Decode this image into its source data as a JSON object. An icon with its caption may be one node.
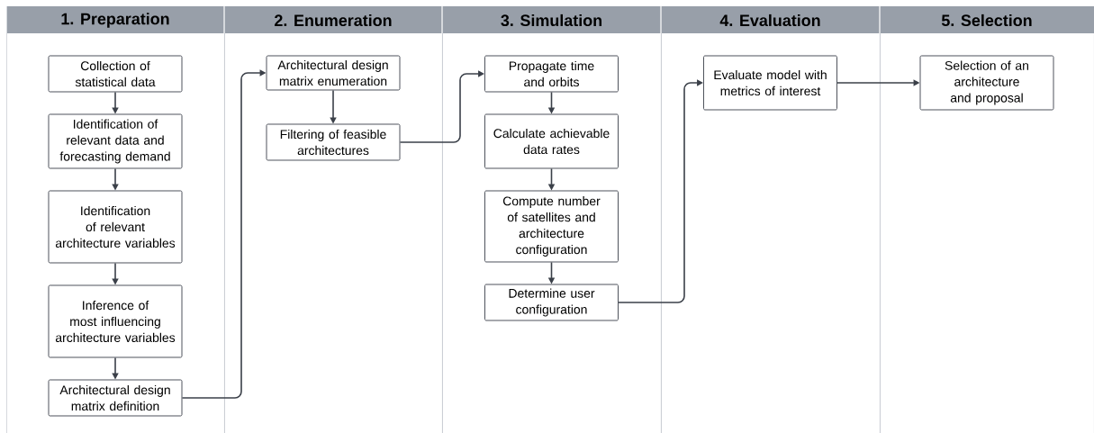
{
  "diagram": {
    "nodes": [
      {
        "text": [
          "1. Preparation"
        ]
      },
      {
        "text": [
          "2. Enumeration"
        ]
      },
      {
        "text": [
          "3. Simulation"
        ]
      },
      {
        "text": [
          "4. Evaluation"
        ]
      },
      {
        "text": [
          "5. Selection"
        ]
      },
      {
        "text": [
          "Collection of statistical data"
        ],
        "in": 0
      },
      {
        "text": [
          "Identification of relevant data and forecasting demand"
        ],
        "in": 0
      },
      {
        "text": [
          "Identification of relevant architecture variables"
        ],
        "in": 0
      },
      {
        "text": [
          "Inference of most influencing architecture variables"
        ],
        "in": 0
      },
      {
        "text": [
          "Architectural design matrix definition"
        ],
        "in": 0
      },
      {
        "text": [
          "Architectural design matrix enumeration"
        ],
        "in": 1
      },
      {
        "text": [
          "Filtering of feasible architectures"
        ],
        "in": 1
      },
      {
        "text": [
          "Propagate time and orbits"
        ],
        "in": 2
      },
      {
        "text": [
          "Calculate achievable data rates"
        ],
        "in": 2
      },
      {
        "text": [
          "Compute number of satellites and architecture configuration"
        ],
        "in": 2
      },
      {
        "text": [
          "Determine user configuration"
        ],
        "in": 2
      },
      {
        "text": [
          "Evaluate model with metrics of interest"
        ],
        "in": 3
      },
      {
        "text": [
          "Selection of an architecture and proposal"
        ],
        "in": 4
      }
    ],
    "edges": [
      {
        "from": 5,
        "to": 6,
        "arrow": "to"
      },
      {
        "from": 6,
        "to": 7,
        "arrow": "to"
      },
      {
        "from": 7,
        "to": 8,
        "arrow": "to"
      },
      {
        "from": 8,
        "to": 9,
        "arrow": "to"
      },
      {
        "from": 9,
        "to": 10,
        "arrow": "to"
      },
      {
        "from": 10,
        "to": 11,
        "arrow": "to"
      },
      {
        "from": 11,
        "to": 12,
        "arrow": "to"
      },
      {
        "from": 12,
        "to": 13,
        "arrow": "to"
      },
      {
        "from": 13,
        "to": 14,
        "arrow": "to"
      },
      {
        "from": 14,
        "to": 15,
        "arrow": "to"
      },
      {
        "from": 15,
        "to": 16,
        "arrow": "to"
      },
      {
        "from": 16,
        "to": 17,
        "arrow": "to"
      }
    ]
  }
}
